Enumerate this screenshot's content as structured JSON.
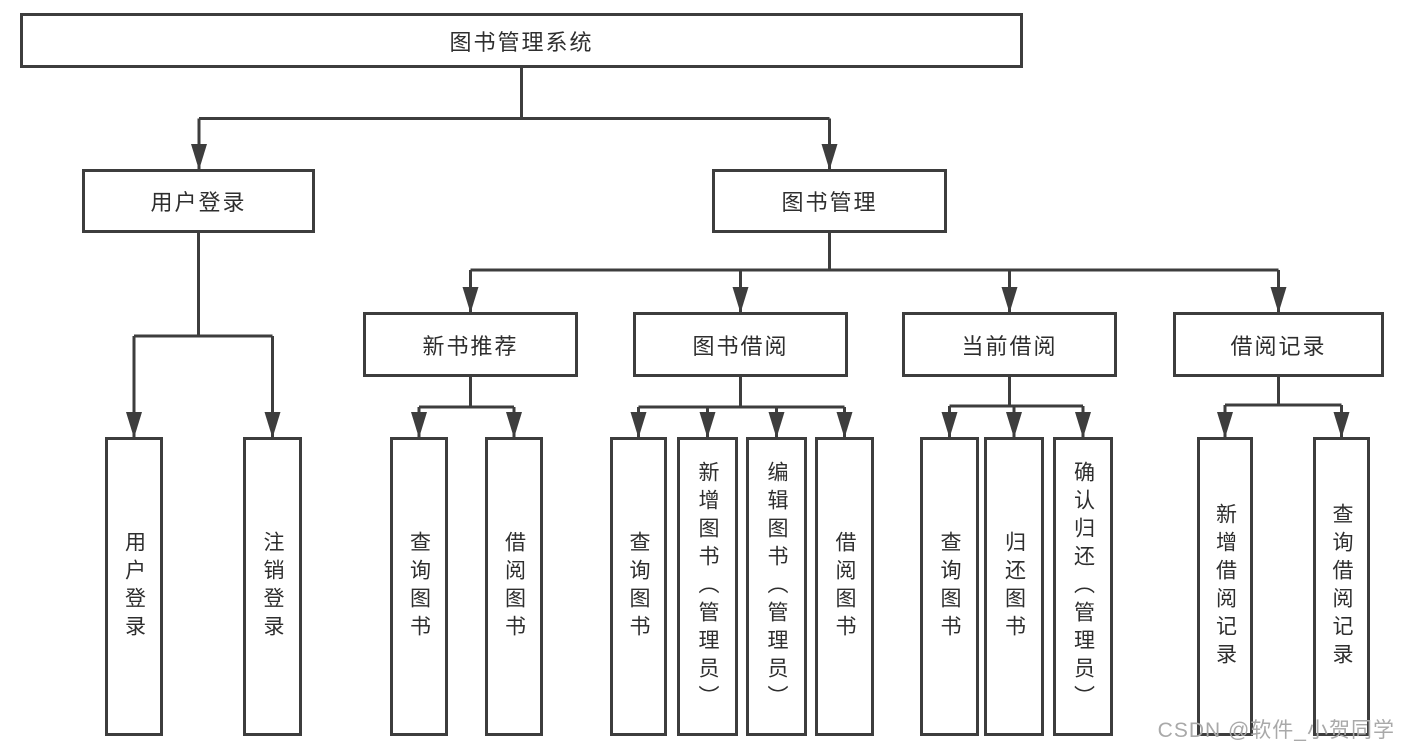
{
  "title": "图书管理系统",
  "colors": {
    "line": "#3d3d3d",
    "box_border": "#3d3d3d",
    "box_background": "#ffffff",
    "text": "#2e2e2e",
    "background": "#ffffff",
    "watermark": "#a9a9a9"
  },
  "watermark": {
    "text": "CSDN @软件_小贺同学"
  },
  "tree": {
    "root": {
      "label": "图书管理系统",
      "children": [
        {
          "label": "用户登录",
          "children": [
            {
              "label": "用户登录"
            },
            {
              "label": "注销登录"
            }
          ]
        },
        {
          "label": "图书管理",
          "children": [
            {
              "label": "新书推荐",
              "children": [
                {
                  "label": "查询图书"
                },
                {
                  "label": "借阅图书"
                }
              ]
            },
            {
              "label": "图书借阅",
              "children": [
                {
                  "label": "查询图书"
                },
                {
                  "label": "新增图书（管理员）"
                },
                {
                  "label": "编辑图书（管理员）"
                },
                {
                  "label": "借阅图书"
                }
              ]
            },
            {
              "label": "当前借阅",
              "children": [
                {
                  "label": "查询图书"
                },
                {
                  "label": "归还图书"
                },
                {
                  "label": "确认归还（管理员）"
                }
              ]
            },
            {
              "label": "借阅记录",
              "children": [
                {
                  "label": "新增借阅记录"
                },
                {
                  "label": "查询借阅记录"
                }
              ]
            }
          ]
        }
      ]
    }
  }
}
